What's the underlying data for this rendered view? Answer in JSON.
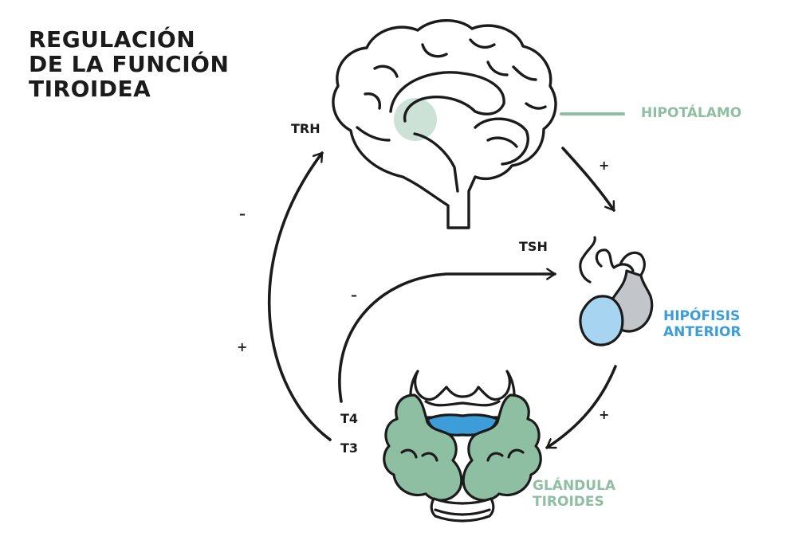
{
  "title": {
    "line1": "REGULACIÓN",
    "line2": "DE LA FUNCIÓN",
    "line3": "TIROIDEA"
  },
  "organs": {
    "hypothalamus": {
      "label": "HIPOTÁLAMO",
      "color": "#8fbfa3"
    },
    "pituitary": {
      "line1": "HIPÓFISIS",
      "line2": "ANTERIOR",
      "color": "#3c9dd8"
    },
    "thyroid": {
      "line1": "GLÁNDULA",
      "line2": "TIROIDES",
      "color": "#8fbfa3"
    }
  },
  "hormones": {
    "trh": "TRH",
    "tsh": "TSH",
    "t4": "T4",
    "t3": "T3"
  },
  "signs": {
    "brain_to_pituitary": "+",
    "pituitary_to_thyroid": "+",
    "t3_to_trh": "+",
    "outer_inhibition": "–",
    "inner_inhibition": "–"
  },
  "colors": {
    "stroke": "#1b1b1b",
    "thyroid_fill": "#8fbfa3",
    "isthmus_fill": "#3c9dd8",
    "pituitary_front": "#a7d4f0",
    "pituitary_back": "#c2c6ca"
  }
}
